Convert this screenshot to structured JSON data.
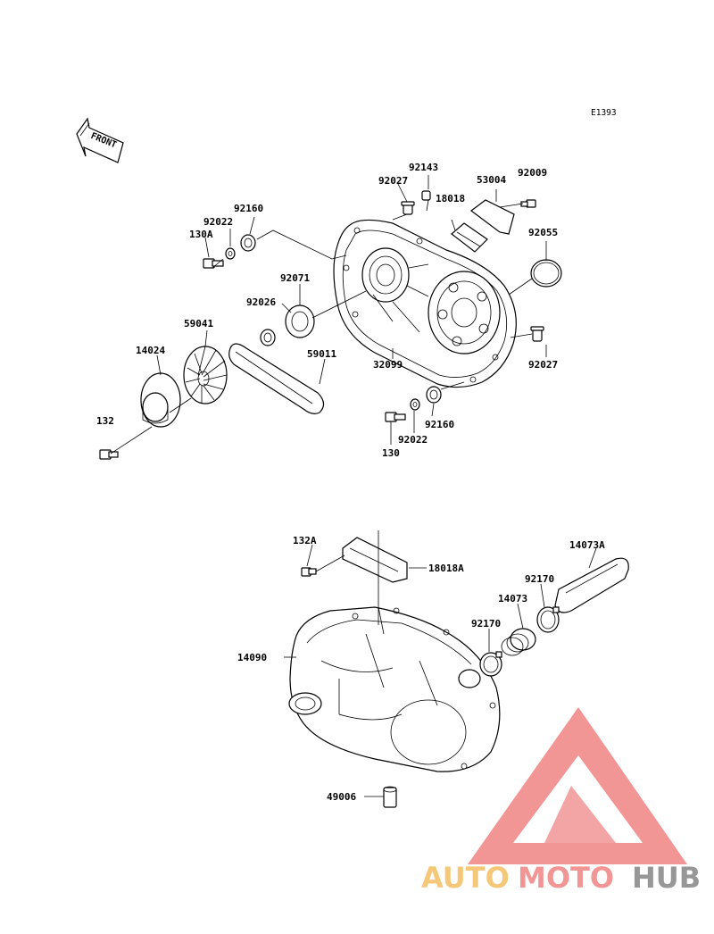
{
  "diagram": {
    "code": "E1393",
    "front_label": "FRONT",
    "part_numbers": {
      "p92143": "92143",
      "p92027a": "92027",
      "p53004": "53004",
      "p92009": "92009",
      "p18018": "18018",
      "p92160a": "92160",
      "p92022a": "92022",
      "p130A": "130A",
      "p92055": "92055",
      "p92071": "92071",
      "p92026": "92026",
      "p59041": "59041",
      "p14024": "14024",
      "p59011": "59011",
      "p32099": "32099",
      "p92027b": "92027",
      "p132": "132",
      "p92160b": "92160",
      "p92022b": "92022",
      "p130": "130",
      "p132A": "132A",
      "p18018A": "18018A",
      "p14073A": "14073A",
      "p92170a": "92170",
      "p14073": "14073",
      "p92170b": "92170",
      "p14090": "14090",
      "p49006": "49006"
    }
  },
  "watermark": {
    "word_auto": "AUTO",
    "word_moto": "MOTO",
    "word_hub": "HUB",
    "colors": {
      "triangle": "#f08a8a",
      "auto": "#f5c36b",
      "moto": "#f08a8a",
      "hub": "#8c8c8c"
    }
  }
}
